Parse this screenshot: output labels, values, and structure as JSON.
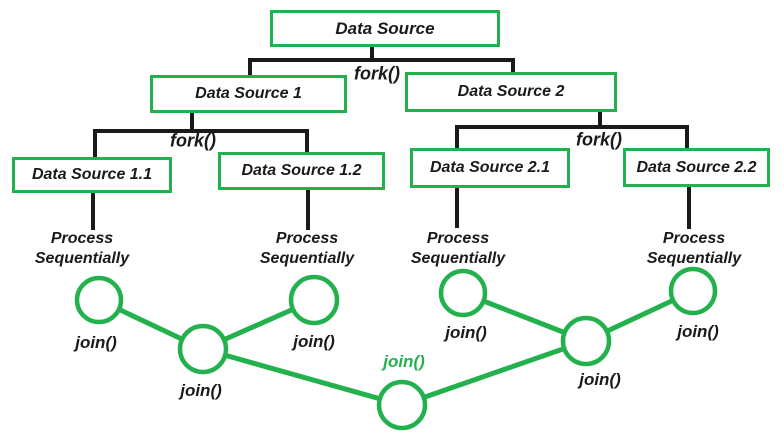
{
  "diagram": {
    "background": "#ffffff",
    "colors": {
      "node_green": "#22b14c",
      "connector_black": "#1a1a1a",
      "text_black": "#1a1a1a",
      "final_join_green": "#22b14c"
    },
    "boxes": {
      "root": {
        "label": "Data Source"
      },
      "ds1": {
        "label": "Data Source 1"
      },
      "ds2": {
        "label": "Data Source 2"
      },
      "ds11": {
        "label": "Data Source 1.1"
      },
      "ds12": {
        "label": "Data Source 1.2"
      },
      "ds21": {
        "label": "Data Source 2.1"
      },
      "ds22": {
        "label": "Data Source 2.2"
      }
    },
    "fork_labels": [
      "fork()",
      "fork()",
      "fork()"
    ],
    "process_labels": [
      "Process\nSequentially",
      "Process\nSequentially",
      "Process\nSequentially",
      "Process\nSequentially"
    ],
    "join_labels": [
      "join()",
      "join()",
      "join()",
      "join()",
      "join()",
      "join()"
    ],
    "final_join_label": "join()"
  }
}
